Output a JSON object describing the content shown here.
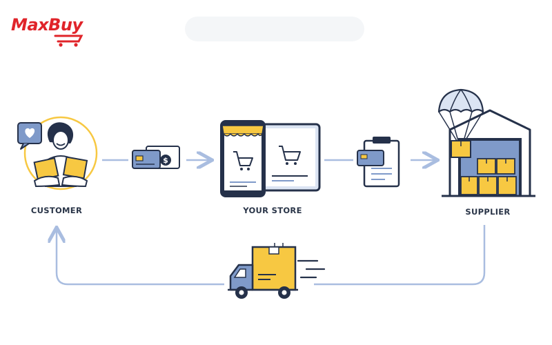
{
  "brand": {
    "name": "MaxBuy",
    "color": "#e0242a"
  },
  "nodes": {
    "customer": {
      "label": "CUSTOMER"
    },
    "store": {
      "label": "YOUR STORE"
    },
    "supplier": {
      "label": "SUPPLIER"
    }
  },
  "colors": {
    "navy": "#25314a",
    "yellow": "#f7c842",
    "blue": "#7f9ac9",
    "light_blue": "#dbe4f3",
    "arrow": "#a9bde0"
  },
  "icons": [
    "heart-chat-icon",
    "customer-person-icon",
    "credit-card-cash-icon",
    "store-devices-icon",
    "cart-icon",
    "clipboard-card-icon",
    "parachute-package-icon",
    "warehouse-icon",
    "delivery-truck-icon"
  ]
}
